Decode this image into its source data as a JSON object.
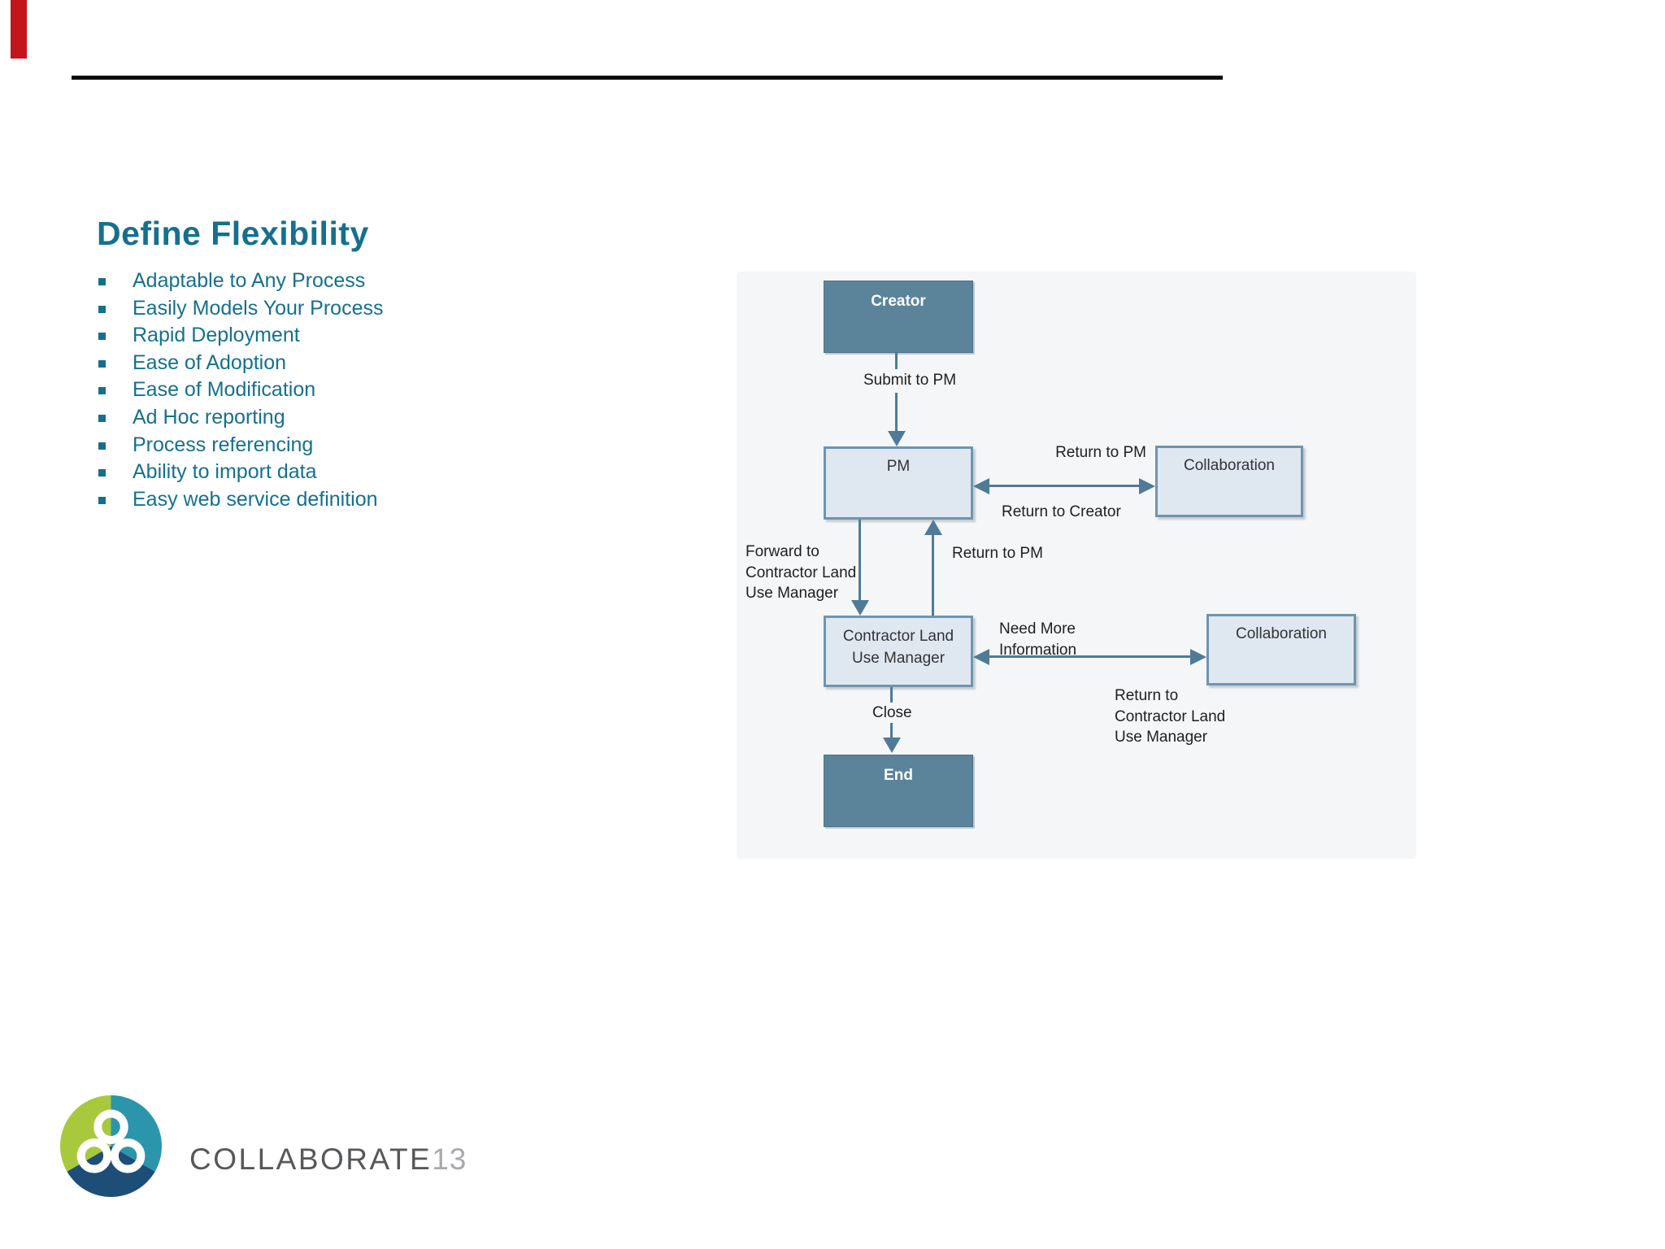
{
  "slide": {
    "title": "Define Flexibility",
    "bullets": [
      "Adaptable to Any Process",
      "Easily Models Your Process",
      "Rapid Deployment",
      "Ease of Adoption",
      "Ease of Modification",
      "Ad Hoc reporting",
      "Process referencing",
      "Ability to import data",
      "Easy web service definition"
    ]
  },
  "diagram": {
    "nodes": {
      "creator": "Creator",
      "pm": "PM",
      "collaboration_top": "Collaboration",
      "contractor": "Contractor Land\nUse Manager",
      "collaboration_bottom": "Collaboration",
      "end": "End"
    },
    "edges": {
      "submit_to_pm": "Submit to PM",
      "return_to_pm_top": "Return to PM",
      "return_to_creator": "Return to Creator",
      "forward_to_contractor": "Forward to\nContractor Land\nUse Manager",
      "return_to_pm_mid": "Return to PM",
      "need_more_information": "Need More\nInformation",
      "return_to_contractor": "Return to\nContractor Land\nUse Manager",
      "close": "Close"
    }
  },
  "footer": {
    "logo_text": "COLLABORATE",
    "logo_year": "13"
  },
  "colors": {
    "accent_teal_text": "#15708e",
    "dark_node_fill": "#5b849b",
    "light_node_fill": "#dfe8f1",
    "light_node_border": "#6f94af",
    "arrow": "#4f7b97",
    "top_rule": "#0c0c0c",
    "red_accent": "#c3161c",
    "logo_green": "#a8c93c",
    "logo_teal": "#2b95ab",
    "logo_navy": "#1c4e78",
    "logo_gray_text": "#57585a",
    "logo_year_gray": "#a7a9ac"
  }
}
